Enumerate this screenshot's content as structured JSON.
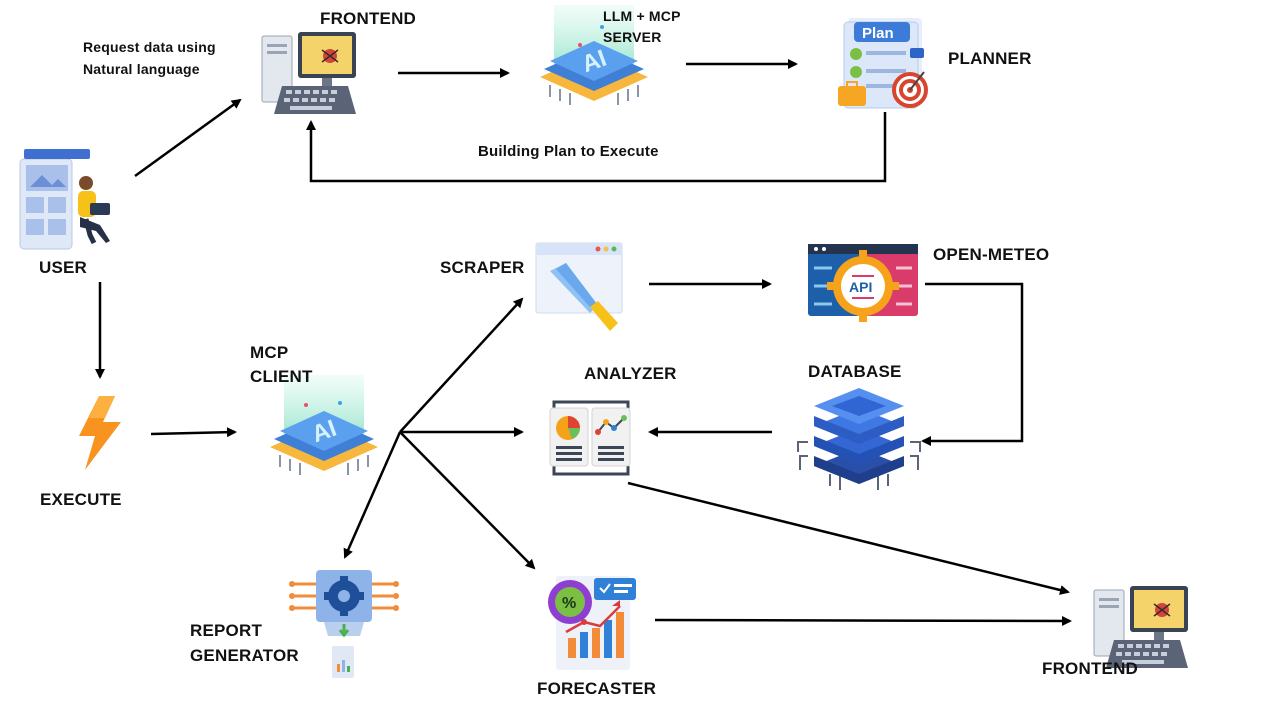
{
  "labels": {
    "frontend_top": "FRONTEND",
    "llm_mcp_line1": "LLM + MCP",
    "llm_mcp_line2": "SERVER",
    "planner": "PLANNER",
    "request_line1": "Request data using",
    "request_line2": "Natural language",
    "building_plan": "Building Plan to Execute",
    "user": "USER",
    "scraper": "SCRAPER",
    "open_meteo": "OPEN-METEO",
    "mcp_client_line1": "MCP",
    "mcp_client_line2": "CLIENT",
    "analyzer": "ANALYZER",
    "database": "DATABASE",
    "execute": "EXECUTE",
    "report_line1": "REPORT",
    "report_line2": "GENERATOR",
    "forecaster": "FORECASTER",
    "frontend_bottom": "FRONTEND"
  },
  "icon_texts": {
    "plan": "Plan",
    "api": "API",
    "ai": "AI",
    "percent": "%"
  },
  "colors": {
    "arrow": "#000000",
    "ai_chip_blue": "#3f7fd6",
    "ai_glow": "#8fe6c6",
    "plan_blue": "#3d7bd9",
    "target_red": "#d9442f",
    "gear_orange": "#f7a21b",
    "api_blue": "#1d5fa8",
    "api_pink": "#d93c6b",
    "database_blue": "#2f66d4",
    "bolt_orange": "#f7931e",
    "report_orange": "#f28c38",
    "report_blue": "#1f4f99",
    "forecast_purple": "#8e3fd1",
    "monitor_yellow": "#f5d36b"
  },
  "icons": [
    "user-icon",
    "computer-icon",
    "ai-chip-icon",
    "plan-icon",
    "lightning-icon",
    "scraper-icon",
    "api-gear-icon",
    "database-icon",
    "analyzer-icon",
    "report-generator-icon",
    "forecaster-icon"
  ]
}
